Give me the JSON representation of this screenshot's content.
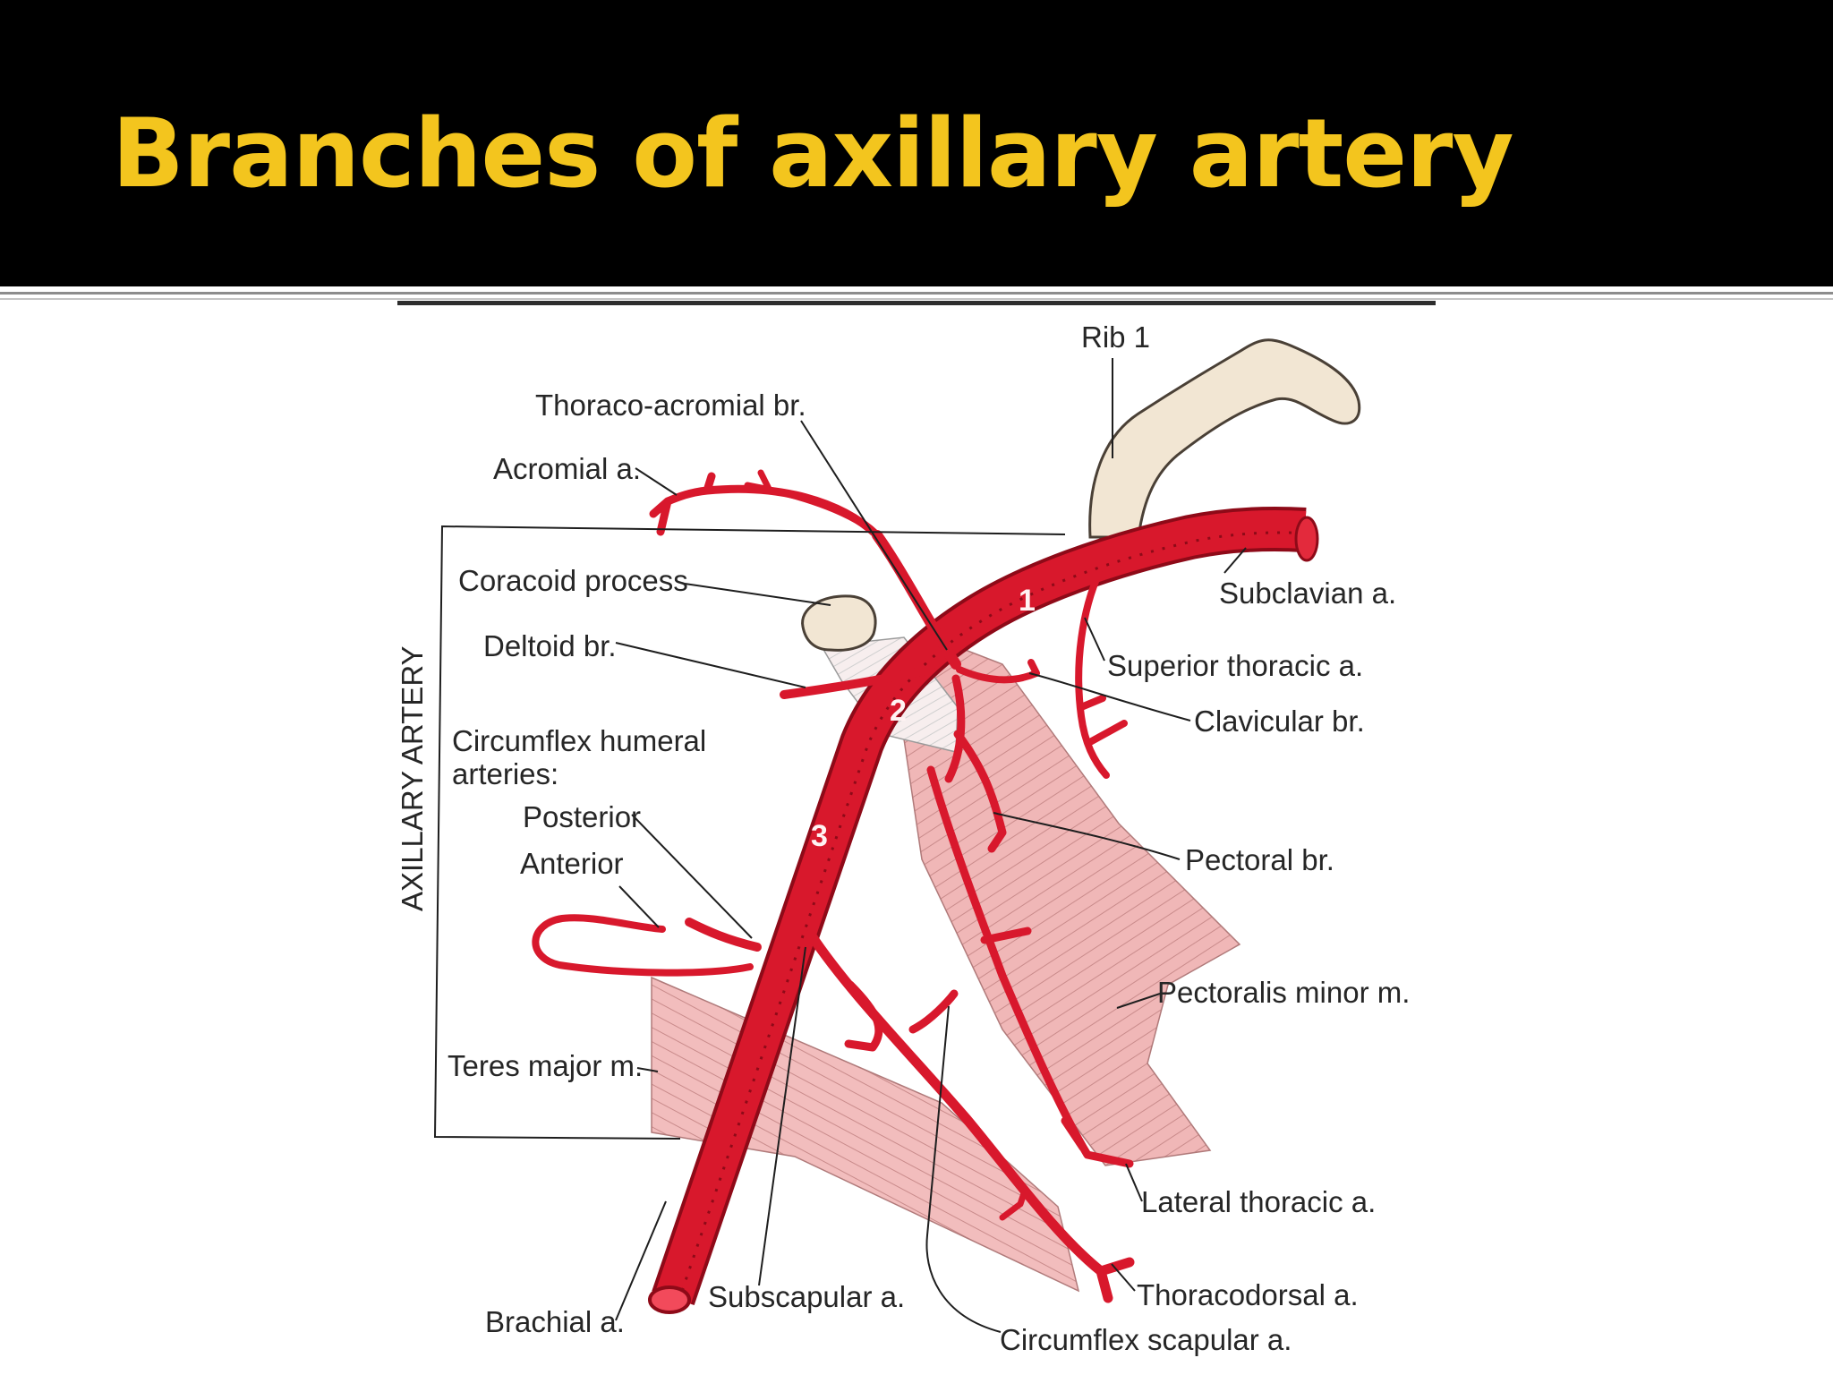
{
  "slide": {
    "title": "Branches of axillary artery"
  },
  "diagram": {
    "bracket_label": "AXILLARY ARTERY",
    "segment_numbers": [
      "1",
      "2",
      "3"
    ],
    "labels": {
      "rib1": "Rib 1",
      "thoraco_acromial": "Thoraco-acromial br.",
      "acromial": "Acromial a.",
      "coracoid": "Coracoid process",
      "deltoid": "Deltoid br.",
      "circumflex_humeral_1": "Circumflex humeral",
      "circumflex_humeral_2": "arteries:",
      "posterior": "Posterior",
      "anterior": "Anterior",
      "teres_major": "Teres major m.",
      "brachial": "Brachial a.",
      "subscapular": "Subscapular a.",
      "circumflex_scapular": "Circumflex scapular a.",
      "thoracodorsal": "Thoracodorsal a.",
      "lateral_thoracic": "Lateral thoracic a.",
      "pectoralis_minor": "Pectoralis minor m.",
      "pectoral_br": "Pectoral br.",
      "clavicular_br": "Clavicular br.",
      "superior_thoracic": "Superior thoracic a.",
      "subclavian": "Subclavian a."
    },
    "colors": {
      "artery": "#d8182c",
      "artery_dark": "#8e0a18",
      "muscle": "#f0b7b7",
      "muscle_lines": "#c98b8b",
      "bone": "#f2e6d3",
      "title": "#f3c51e",
      "title_bar": "#000000"
    }
  }
}
